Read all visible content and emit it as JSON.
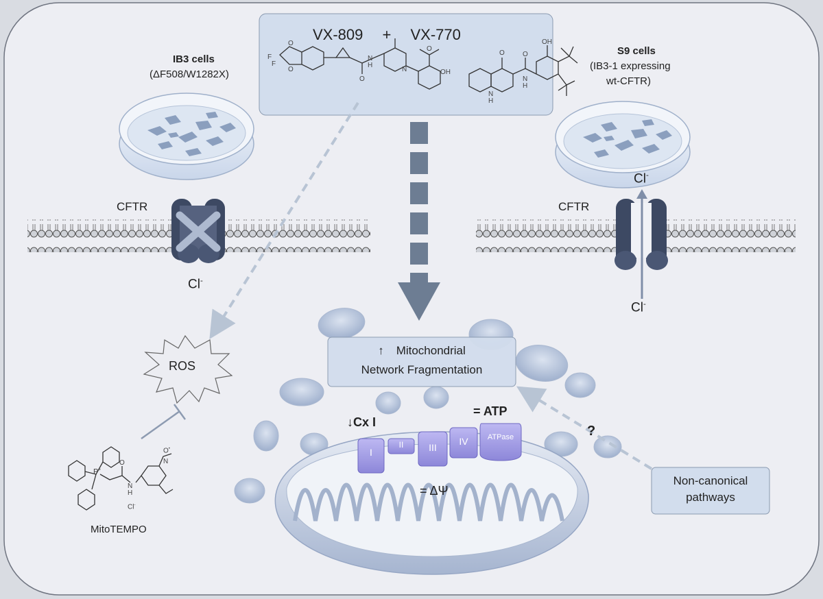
{
  "drug_header": {
    "drug1": "VX-809",
    "plus": "+",
    "drug2": "VX-770"
  },
  "drug1_chem_labels": {
    "f1": "F",
    "f2": "F",
    "o1": "O",
    "o2": "O",
    "o3": "O",
    "n1": "N",
    "h1": "H",
    "n2": "N",
    "o4": "O",
    "oh": "OH"
  },
  "drug2_chem_labels": {
    "o1": "O",
    "o2": "O",
    "oh": "OH",
    "n1": "N",
    "h1": "H",
    "n2": "N",
    "h2": "H"
  },
  "left_cells": {
    "title": "IB3 cells",
    "genotype": "(ΔF508/W1282X)",
    "channel": "CFTR",
    "ion": "Cl",
    "ion_charge": "-"
  },
  "right_cells": {
    "title": "S9 cells",
    "line1": "(IB3-1 expressing",
    "line2": "wt-CFTR)",
    "channel": "CFTR",
    "ion_top": "Cl",
    "ion_bottom": "Cl",
    "ion_charge": "-"
  },
  "ros": {
    "label": "ROS"
  },
  "mitotempo": {
    "name": "MitoTEMPO",
    "p_label": "P",
    "p_charge": "+",
    "o_label": "O",
    "n_label": "N",
    "o_radical": "O",
    "o_radical_mark": "•",
    "nh_n": "N",
    "nh_h": "H",
    "counterion": "Cl",
    "counterion_charge": "-"
  },
  "fragmentation_box": {
    "arrow": "↑",
    "line1": "Mitochondrial",
    "line2": "Network Fragmentation"
  },
  "complexes": {
    "c1": "I",
    "c2": "II",
    "c3": "III",
    "c4": "IV",
    "c5": "ATPase"
  },
  "annotations": {
    "cx1": "↓Cx I",
    "atp": "= ATP",
    "membrane_potential": "= ΔΨ",
    "question": "?"
  },
  "pathways_box": {
    "line1": "Non-canonical",
    "line2": "pathways"
  },
  "colors": {
    "background": "#d9dce2",
    "panel": "#edeef3",
    "box": "#d2dded",
    "complex": "#a8a3ea",
    "cftr": "#3d4963",
    "mito": "#b7c5dd",
    "arrow": "#6d7d93"
  }
}
